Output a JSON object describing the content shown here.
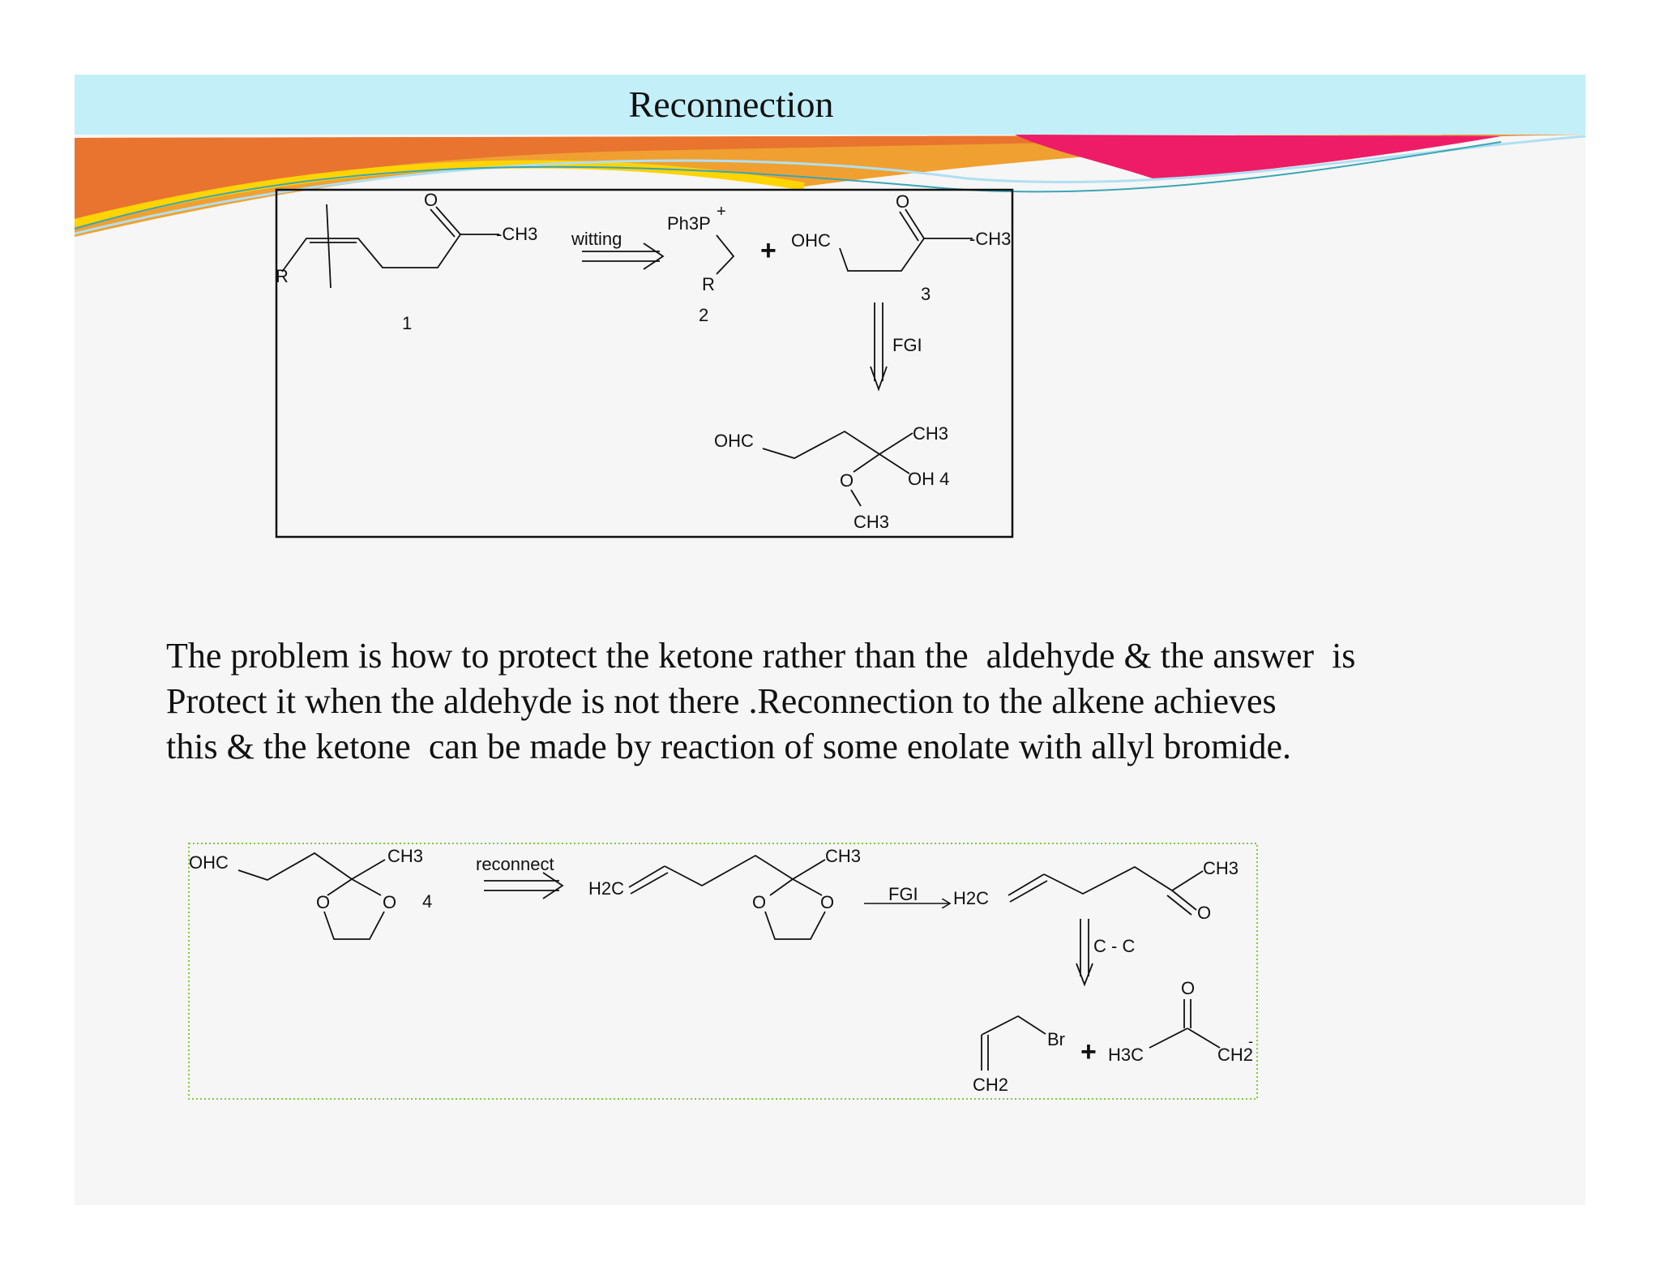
{
  "slide": {
    "title": "Reconnection",
    "paragraph_lines": [
      "The problem is how to protect the ketone rather than the  aldehyde & the answer  is",
      "Protect it when the aldehyde is not there .Reconnection to the alkene achieves",
      "this & the ketone  can be made by reaction of some enolate with allyl bromide."
    ]
  },
  "scheme1": {
    "cmpd1": {
      "o": "O",
      "r": "R",
      "ch3": "-CH3",
      "num": "1"
    },
    "arrow_witting": "witting",
    "cmpd2": {
      "ph3p": "Ph3P",
      "plus_charge": "+",
      "r": "R",
      "num": "2"
    },
    "plus": "+",
    "cmpd3": {
      "ohc": "OHC",
      "o": "O",
      "ch3": "-CH3",
      "num": "3"
    },
    "arrow_fgi": "FGI",
    "cmpd4": {
      "ohc": "OHC",
      "ch3": "CH3",
      "oh": "OH 4",
      "o": "O",
      "och3": "CH3"
    }
  },
  "scheme2": {
    "acetal": {
      "ohc": "OHC",
      "ch3": "CH3",
      "o1": "O",
      "o2": "O",
      "num": "4"
    },
    "arrow_reconnect": "reconnect",
    "alkene_acetal": {
      "h2c": "H2C",
      "ch3": "CH3",
      "o1": "O",
      "o2": "O"
    },
    "arrow_fgi": "FGI",
    "enone": {
      "h2c": "H2C",
      "ch3": "CH3",
      "o": "O"
    },
    "arrow_cc": "C - C",
    "allyl": {
      "br": "Br",
      "ch2": "CH2"
    },
    "plus": "+",
    "enolate": {
      "o": "O",
      "h3c": "H3C",
      "ch2": "CH2",
      "charge": "-"
    }
  },
  "colors": {
    "title_band": "#c3eff9",
    "slide_bg": "#f6f6f6",
    "frame1": "#111111",
    "frame2_dotted": "#7ccb3a",
    "swoosh_orange": "#f0a030",
    "swoosh_pink": "#ee1c66"
  }
}
